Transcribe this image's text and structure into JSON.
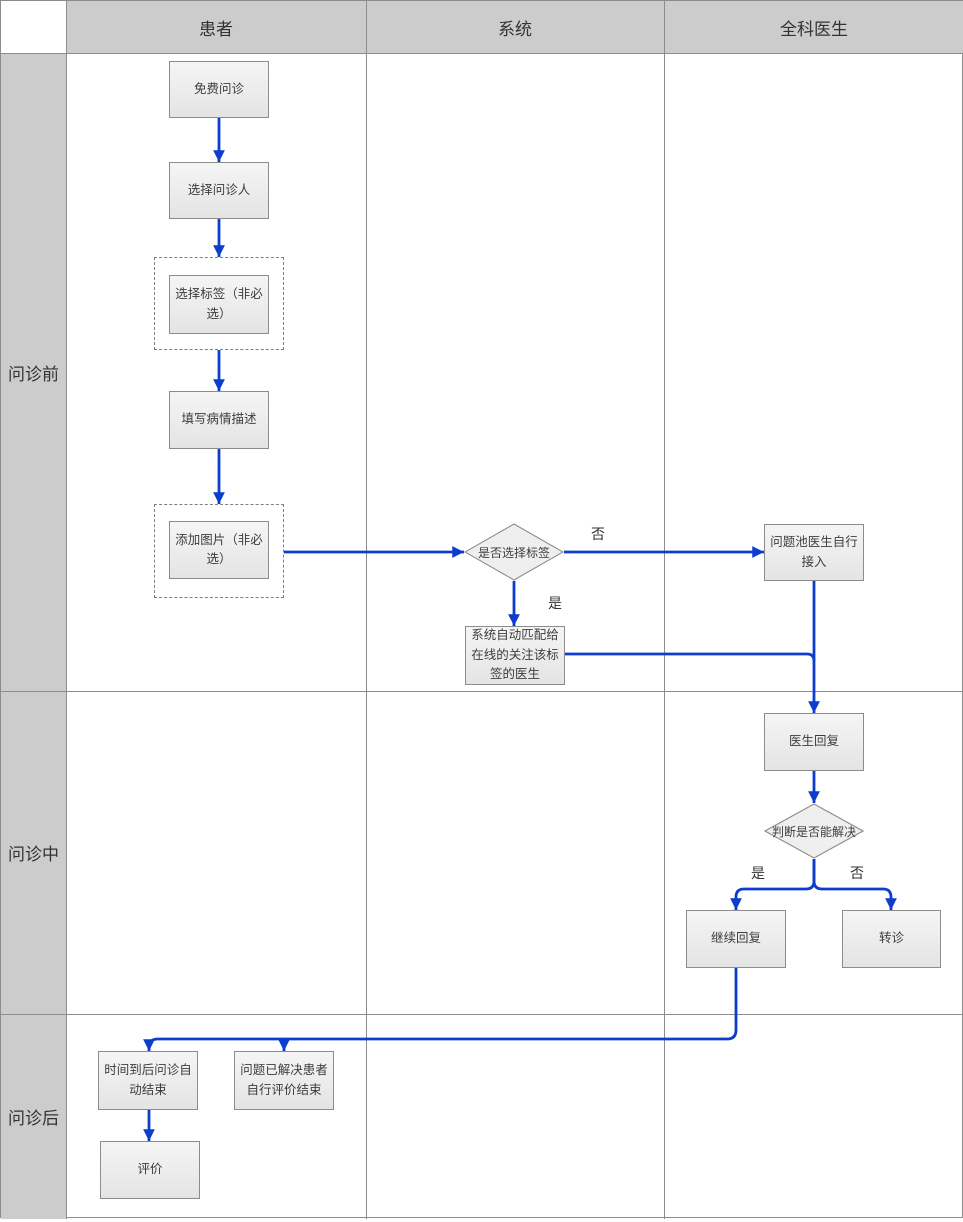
{
  "header": {
    "columns": [
      {
        "label": "患者"
      },
      {
        "label": "系统"
      },
      {
        "label": "全科医生"
      }
    ]
  },
  "lanes": [
    {
      "label": "问诊前"
    },
    {
      "label": "问诊中"
    },
    {
      "label": "问诊后"
    }
  ],
  "nodes": {
    "free_consult": "免费问诊",
    "select_person": "选择问诊人",
    "select_tag": "选择标签（非必选）",
    "fill_description": "填写病情描述",
    "add_image": "添加图片（非必选）",
    "tag_decision": "是否选择标签",
    "pool_doctor": "问题池医生自行接入",
    "auto_match": "系统自动匹配给在线的关注该标签的医生",
    "doctor_reply": "医生回复",
    "solve_decision": "判断是否能解决",
    "continue_reply": "继续回复",
    "referral": "转诊",
    "auto_end": "时间到后问诊自动结束",
    "self_end": "问题已解决患者自行评价结束",
    "evaluate": "评价"
  },
  "edge_labels": {
    "tag_no": "否",
    "tag_yes": "是",
    "solve_yes": "是",
    "solve_no": "否"
  },
  "colors": {
    "arrow": "#0c3dcd",
    "lane_header_bg": "#cccccc",
    "grid_line": "#8c8c8c",
    "node_border": "#8c8c8c",
    "node_fill_top": "#f5f5f5",
    "node_fill_bottom": "#e4e4e4",
    "node_text": "#3d3d3d",
    "edge_label_text": "#333333"
  }
}
